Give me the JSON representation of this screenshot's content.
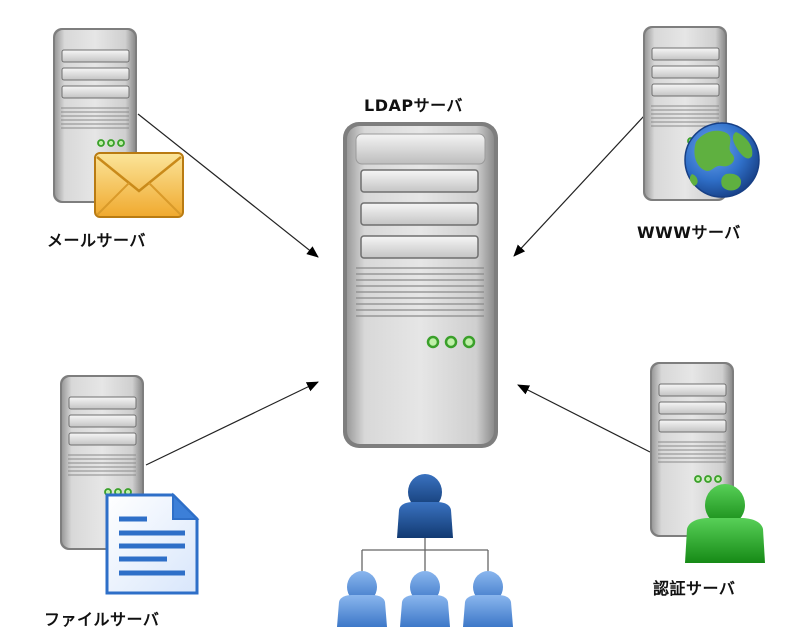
{
  "nodes": {
    "ldap": {
      "label": "LDAPサーバ"
    },
    "mail": {
      "label": "メールサーバ",
      "icon": "envelope-icon"
    },
    "www": {
      "label": "WWWサーバ",
      "icon": "globe-icon"
    },
    "file": {
      "label": "ファイルサーバ",
      "icon": "document-icon"
    },
    "auth": {
      "label": "認証サーバ",
      "icon": "user-icon"
    }
  },
  "edges": [
    {
      "from": "mail",
      "to": "ldap"
    },
    {
      "from": "www",
      "to": "ldap"
    },
    {
      "from": "file",
      "to": "ldap"
    },
    {
      "from": "auth",
      "to": "ldap"
    }
  ],
  "directory_tree": {
    "icon": "user-hierarchy-icon",
    "children": 3
  },
  "colors": {
    "server_body": "#c8c8c8",
    "led": "#58c040",
    "user_dark": "#1f4e8c",
    "user_light": "#5a90d8",
    "auth_user": "#2aa52a",
    "envelope": "#f2b63a",
    "globe_ocean": "#2f6fc8",
    "globe_land": "#5fb040"
  }
}
